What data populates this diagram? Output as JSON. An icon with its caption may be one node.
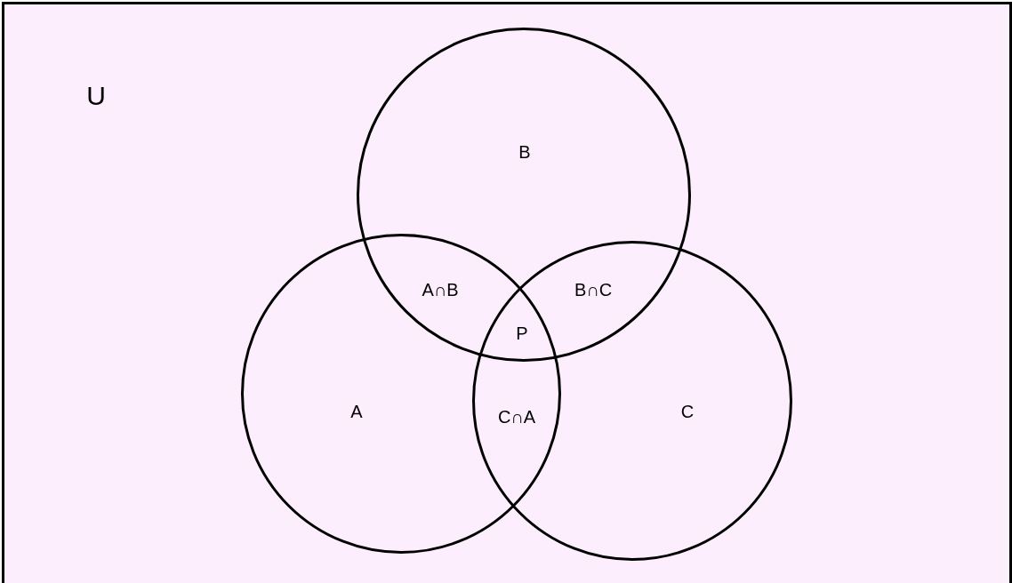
{
  "diagram": {
    "nodes": [
      {
        "text": [
          "U"
        ]
      },
      {
        "text": [
          "B"
        ],
        "in": 0
      },
      {
        "text": [
          "A"
        ],
        "in": 0
      },
      {
        "text": [
          "C"
        ],
        "in": 0
      }
    ],
    "labels": [
      "A∩B",
      "B∩C",
      "P",
      "C∩A"
    ]
  }
}
